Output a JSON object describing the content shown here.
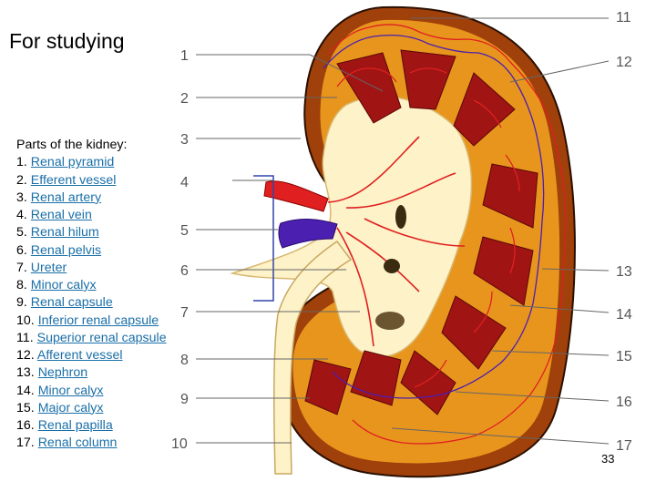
{
  "slide": {
    "title": "For studying",
    "page_number": "33"
  },
  "legend": {
    "heading": "Parts of the kidney:",
    "items": [
      {
        "num": "1.",
        "label": "Renal pyramid"
      },
      {
        "num": "2.",
        "label": "Efferent vessel"
      },
      {
        "num": "3.",
        "label": "Renal artery"
      },
      {
        "num": "4.",
        "label": "Renal vein"
      },
      {
        "num": "5.",
        "label": "Renal hilum"
      },
      {
        "num": "6.",
        "label": "Renal pelvis"
      },
      {
        "num": "7.",
        "label": "Ureter"
      },
      {
        "num": "8.",
        "label": "Minor calyx"
      },
      {
        "num": "9.",
        "label": "Renal capsule"
      },
      {
        "num": "10.",
        "label": "Inferior renal capsule"
      },
      {
        "num": "11.",
        "label": "Superior renal capsule"
      },
      {
        "num": "12.",
        "label": "Afferent vessel"
      },
      {
        "num": "13.",
        "label": "Nephron"
      },
      {
        "num": "14.",
        "label": "Minor calyx"
      },
      {
        "num": "15.",
        "label": "Major calyx"
      },
      {
        "num": "16.",
        "label": "Renal papilla"
      },
      {
        "num": "17.",
        "label": "Renal column"
      }
    ]
  },
  "callouts": {
    "c1": "1",
    "c2": "2",
    "c3": "3",
    "c4": "4",
    "c5": "5",
    "c6": "6",
    "c7": "7",
    "c8": "8",
    "c9": "9",
    "c10": "10",
    "c11": "11",
    "c12": "12",
    "c13": "13",
    "c14": "14",
    "c15": "15",
    "c16": "16",
    "c17": "17"
  },
  "colors": {
    "capsule": "#a0400a",
    "cortex": "#e8951e",
    "pyramid": "#a01414",
    "sinus": "#fdf2c8",
    "artery": "#e02020",
    "vein": "#4b1fb0",
    "link": "#1a6fa8"
  }
}
